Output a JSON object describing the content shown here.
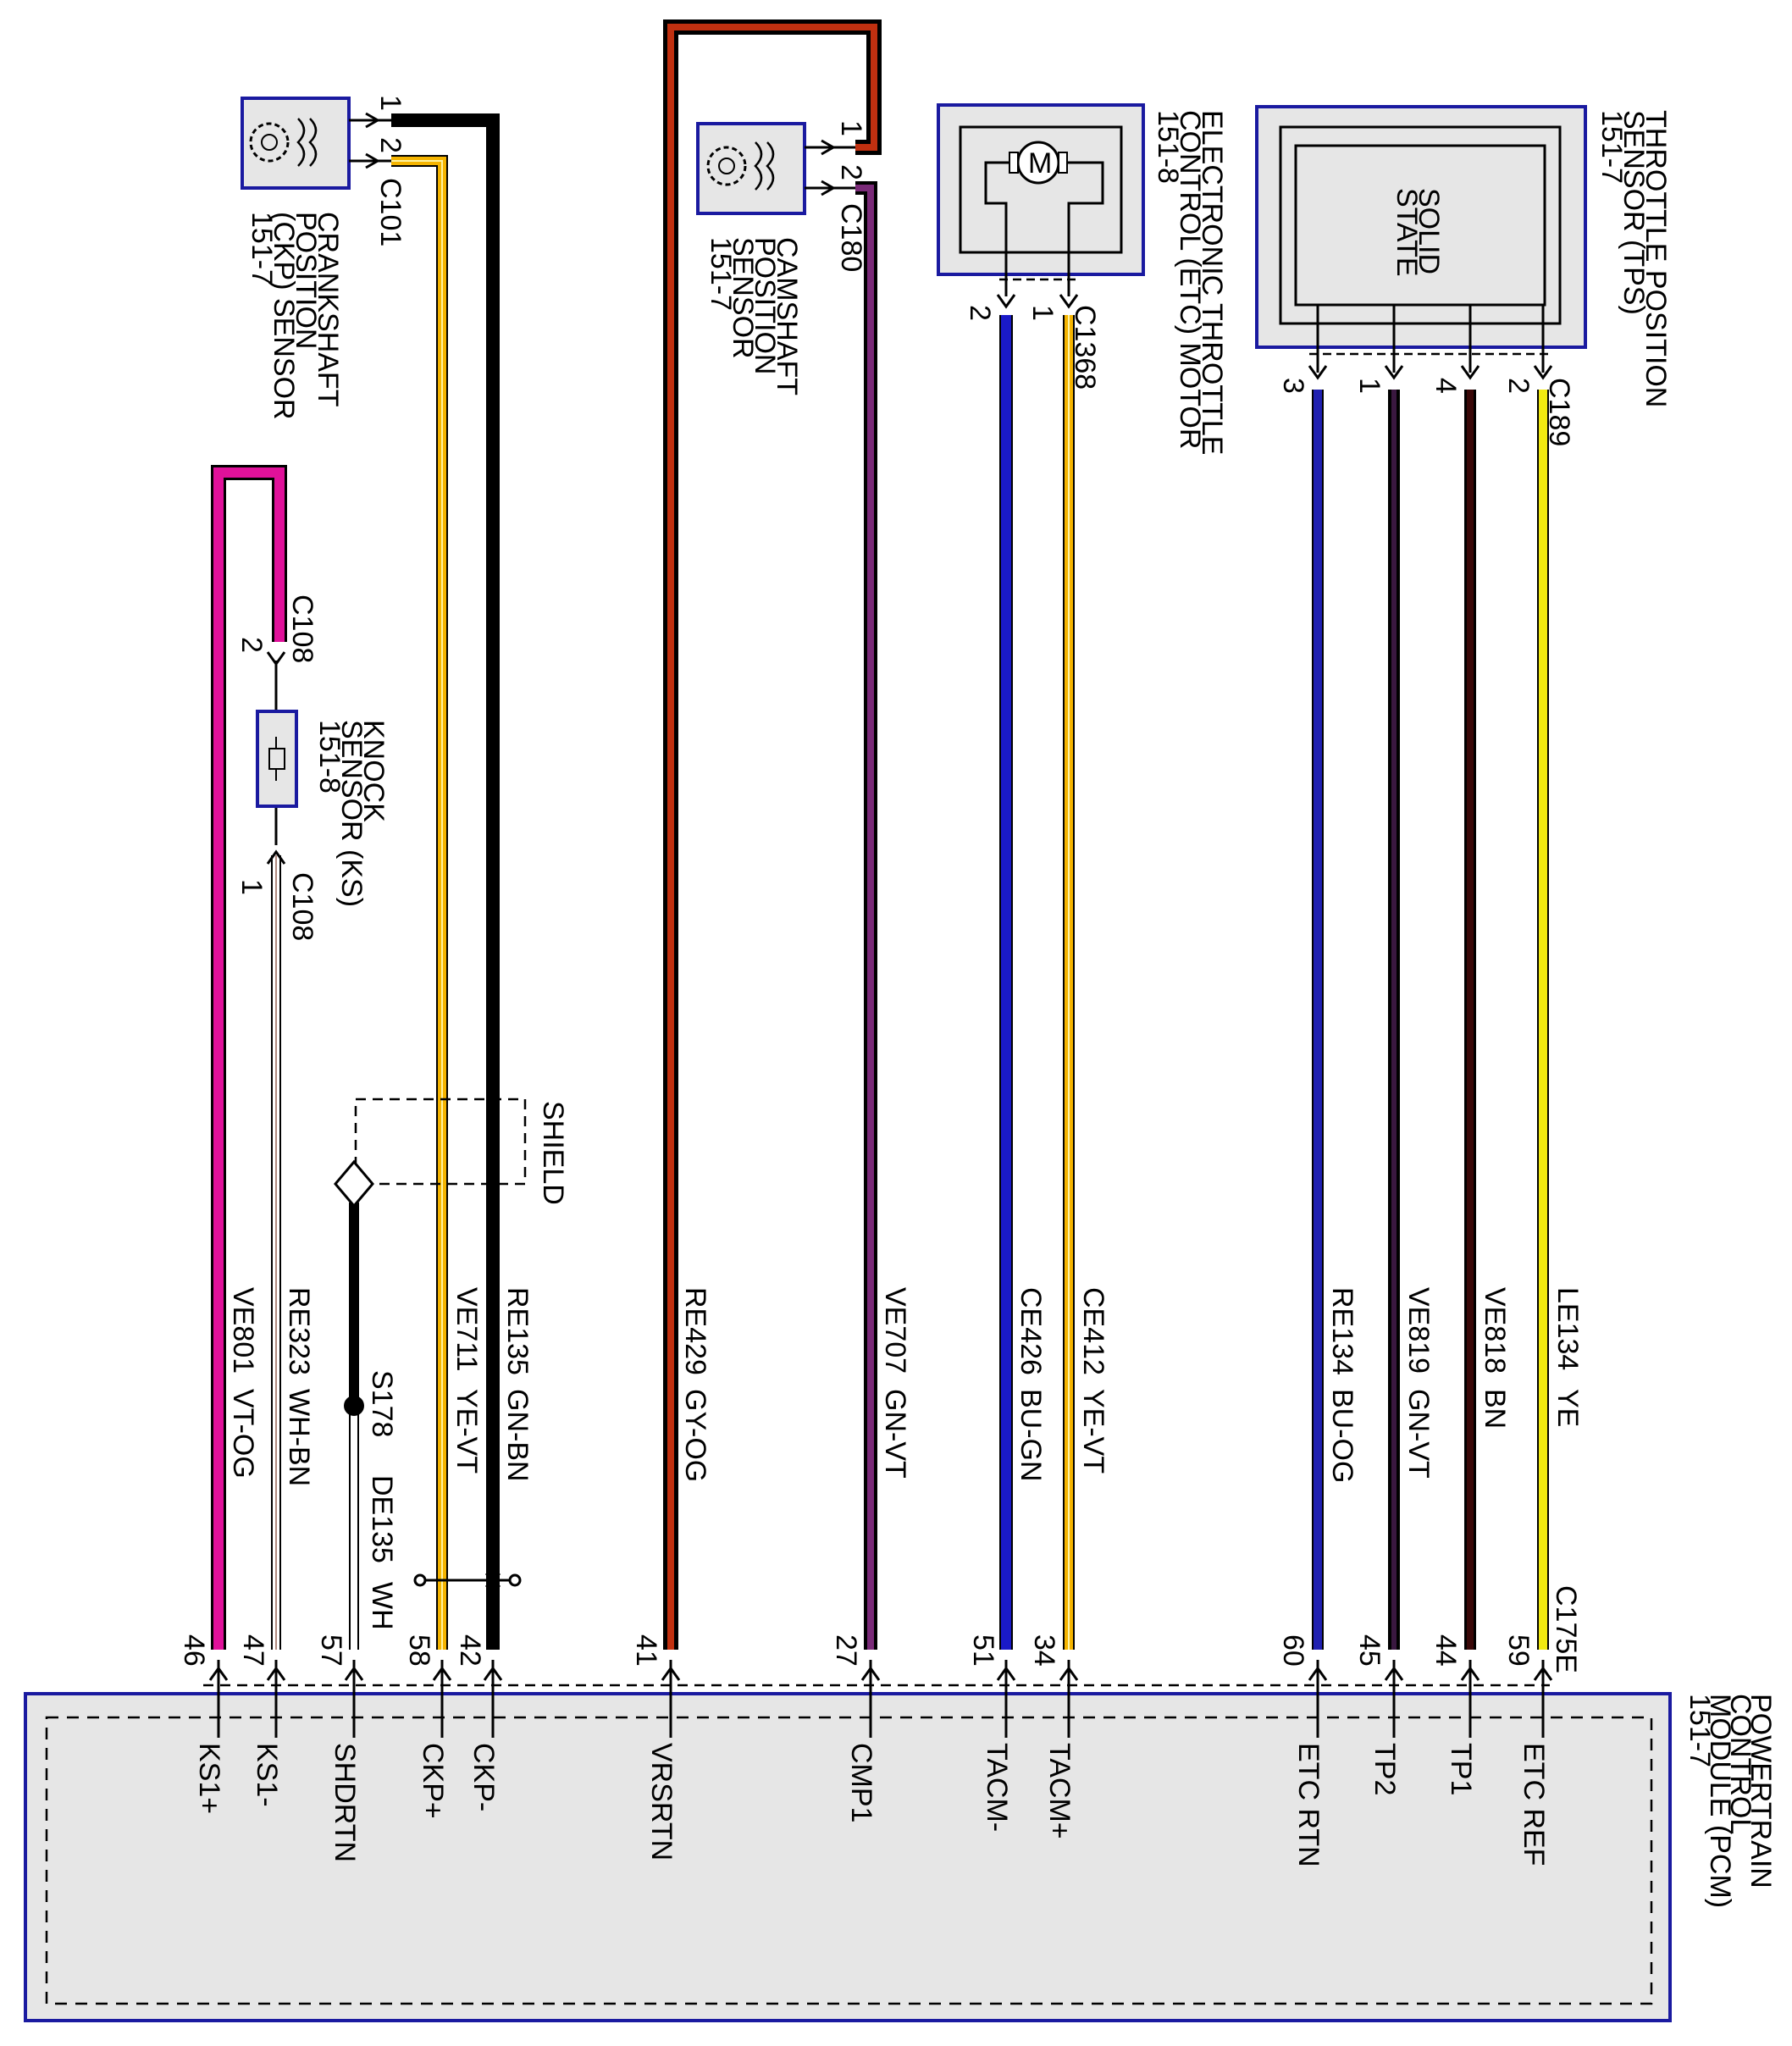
{
  "components": {
    "ckp": {
      "name_lines": [
        "CRANKSHAFT",
        "POSITION",
        "(CKP) SENSOR",
        "151-7"
      ],
      "connector": "C101",
      "pins": [
        "1",
        "2"
      ]
    },
    "cmp": {
      "name_lines": [
        "CAMSHAFT",
        "POSITION",
        "SENSOR",
        "151-7"
      ],
      "connector": "C180",
      "pins": [
        "1",
        "2"
      ]
    },
    "etc": {
      "name_lines": [
        "ELECTRONIC THROTTLE",
        "CONTROL (ETC) MOTOR",
        "151-8"
      ],
      "connector": "C1368",
      "pins": [
        "2",
        "1"
      ],
      "motor_symbol": "M"
    },
    "tps": {
      "name_lines": [
        "THROTTLE POSITION",
        "SENSOR (TPS)",
        "151-7"
      ],
      "inner_lines": [
        "SOLID",
        "STATE"
      ],
      "connector": "C189",
      "pins": [
        "3",
        "1",
        "4",
        "2"
      ]
    },
    "ks": {
      "name_lines": [
        "KNOCK",
        "SENSOR (KS)",
        "151-8"
      ],
      "connector_top": "C108",
      "pin_top": "2",
      "connector_bottom": "C108",
      "pin_bottom": "1"
    },
    "pcm": {
      "name_lines": [
        "POWERTRAIN",
        "CONTROL",
        "MODULE (PCM)",
        "151-7"
      ],
      "connector": "C175E"
    }
  },
  "shield": {
    "label": "SHIELD",
    "splice": "S178",
    "drain_circuit": "DE135",
    "drain_color": "WH"
  },
  "wires": [
    {
      "circuit": "VE801",
      "color": "VT-OG",
      "pin": "46",
      "signal": "KS1+"
    },
    {
      "circuit": "RE323",
      "color": "WH-BN",
      "pin": "47",
      "signal": "KS1-"
    },
    {
      "circuit": "",
      "color": "",
      "pin": "57",
      "signal": "SHDRTN"
    },
    {
      "circuit": "VE711",
      "color": "YE-VT",
      "pin": "58",
      "signal": "CKP+"
    },
    {
      "circuit": "RE135",
      "color": "GN-BN",
      "pin": "42",
      "signal": "CKP-"
    },
    {
      "circuit": "RE429",
      "color": "GY-OG",
      "pin": "41",
      "signal": "VRSRTN"
    },
    {
      "circuit": "VE707",
      "color": "GN-VT",
      "pin": "27",
      "signal": "CMP1"
    },
    {
      "circuit": "CE426",
      "color": "BU-GN",
      "pin": "51",
      "signal": "TACM-"
    },
    {
      "circuit": "CE412",
      "color": "YE-VT",
      "pin": "34",
      "signal": "TACM+"
    },
    {
      "circuit": "RE134",
      "color": "BU-OG",
      "pin": "60",
      "signal": "ETC RTN"
    },
    {
      "circuit": "VE819",
      "color": "GN-VT",
      "pin": "45",
      "signal": "TP2"
    },
    {
      "circuit": "VE818",
      "color": "BN",
      "pin": "44",
      "signal": "TP1"
    },
    {
      "circuit": "LE134",
      "color": "YE",
      "pin": "59",
      "signal": "ETC REF"
    }
  ],
  "wire_colors": {
    "VT-OG": "#e0119a",
    "WH-BN": "#b08a80",
    "YE-VT": "#f5b400",
    "GN-BN": "#000000",
    "GY-OG": "#3a1a10",
    "GN-VT": "#6a1a60",
    "BU-GN": "#1a1ac8",
    "BU-OG": "#2020b0",
    "BN": "#3a0808",
    "YE": "#f2ea10",
    "frame": "#1a1aa0",
    "box_fill": "#e6e6e6"
  }
}
